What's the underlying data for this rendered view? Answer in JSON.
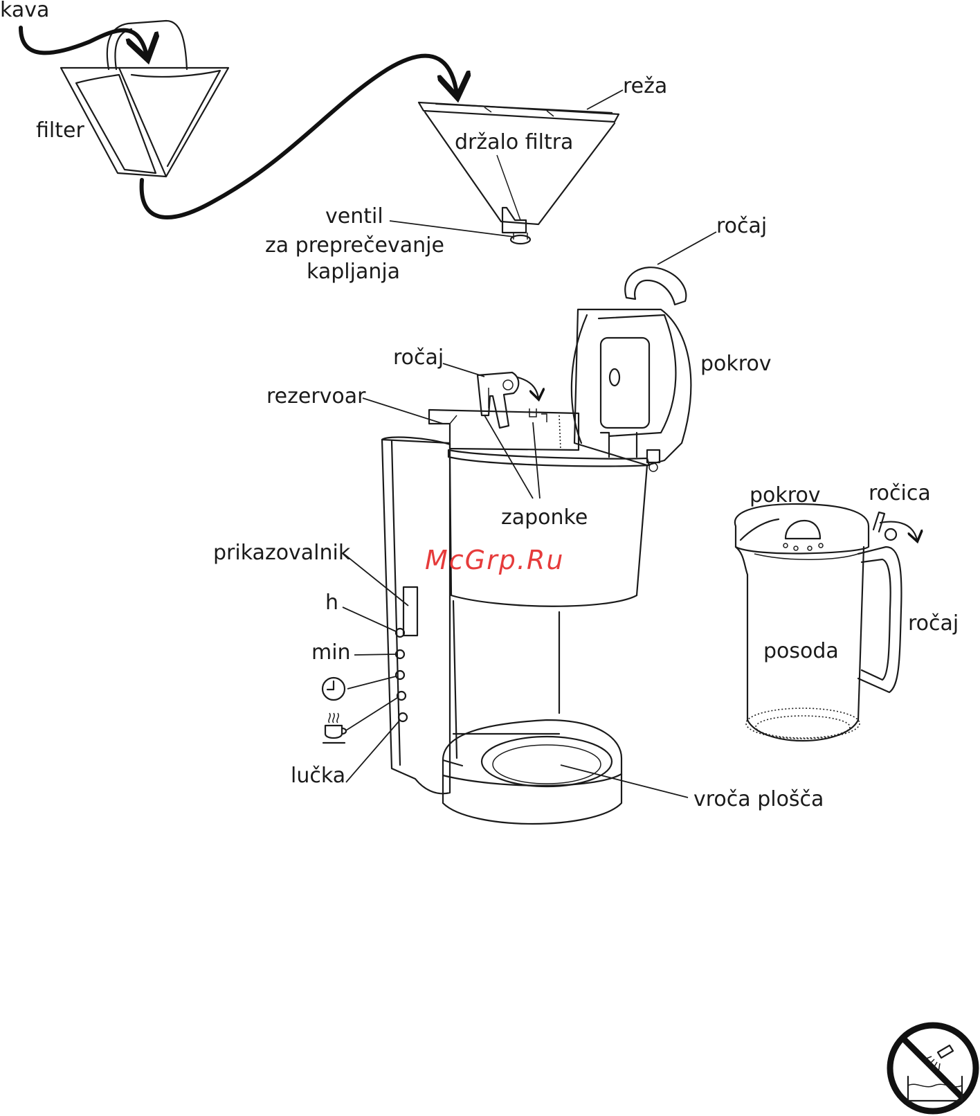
{
  "labels": {
    "kava": "kava",
    "filter": "filter",
    "reza": "reža",
    "drzalo_filtra": "držalo filtra",
    "ventil_1": "ventil",
    "ventil_2": "za preprečevanje",
    "ventil_3": "kapljanja",
    "rocaj_lid": "ročaj",
    "pokrov_machine": "pokrov",
    "rocaj_switch": "ročaj",
    "rezervoar": "rezervoar",
    "zaponke": "zaponke",
    "prikazovalnik": "prikazovalnik",
    "h": "h",
    "min": "min",
    "lucka": "lučka",
    "vroca_plosca": "vroča plošča",
    "pokrov_jug": "pokrov",
    "rocica": "ročica",
    "rocaj_jug": "ročaj",
    "posoda": "posoda"
  },
  "watermark": "McGrp.Ru",
  "icons": [
    "clock-icon",
    "cup-icon",
    "no-dishwasher-icon"
  ],
  "colors": {
    "ink": "#1a1a1a",
    "watermark": "#e63b3b",
    "background": "#ffffff"
  }
}
